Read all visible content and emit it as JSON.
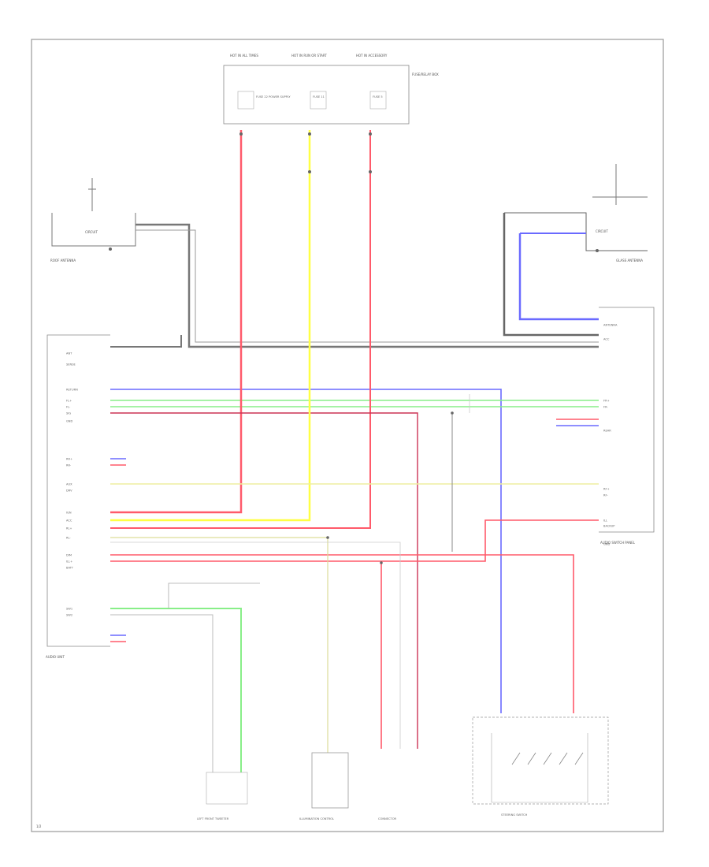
{
  "labels": {
    "fuse_top": [
      "HOT IN ALL TIMES",
      "HOT IN RUN OR START",
      "HOT IN ACCESSORY"
    ],
    "fuse_box": "FUSE/RELAY BOX",
    "fuse_names": [
      "FUSE 22 POWER SUPPLY",
      "FUSE 11",
      "FUSE 5"
    ],
    "roof_antenna": "ROOF ANTENNA",
    "glass_antenna": "GLASS ANTENNA",
    "circuit": "CIRCUIT",
    "audio_unit": "AUDIO UNIT",
    "audio_switch_panel": "AUDIO SWITCH PANEL",
    "left_pins": [
      "ANT",
      "SENSE",
      "RETURN",
      "FL+",
      "FL-",
      "SIG",
      "GND",
      "RR+",
      "RR-",
      "AUX",
      "DRV",
      "IGN",
      "ACC",
      "RL+",
      "RL-",
      "DIM",
      "ILL+",
      "BATT",
      "SW1",
      "SW2"
    ],
    "right_pins": [
      "ANTENNA",
      "ACC",
      "FR+",
      "FR-",
      "REAR",
      "RF+",
      "RF-",
      "ILL",
      "BACKUP",
      "GND"
    ],
    "bottom_labels": [
      "LEFT FRONT TWEETER",
      "ILLUMINATION CONTROL",
      "CONNECTOR",
      "STEERING SWITCH"
    ],
    "corner": "1/2"
  },
  "colors": {
    "red": "#ff5a6a",
    "yellow": "#ffff44",
    "blue": "#6a6aff",
    "green": "#88ee88",
    "gray": "#8a8a8a",
    "dark": "#555555"
  }
}
